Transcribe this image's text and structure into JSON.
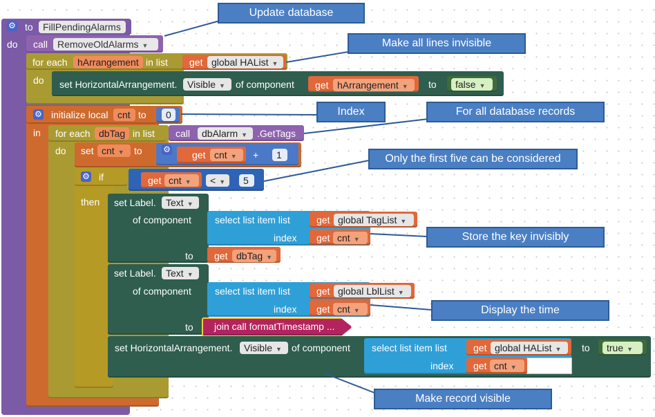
{
  "procedure": {
    "keyword": "to",
    "name": "FillPendingAlarms",
    "do": "do"
  },
  "call_remove": {
    "keyword": "call",
    "name": "RemoveOldAlarms"
  },
  "foreach1": {
    "label": "for each",
    "var": "hArrangement",
    "in_list": "in list",
    "get": "get",
    "list_var": "global HAList",
    "do": "do"
  },
  "set_vis1": {
    "label": "set HorizontalArrangement.",
    "prop": "Visible",
    "of_component": "of component",
    "get": "get",
    "var": "hArrangement",
    "to": "to",
    "value": "false"
  },
  "local": {
    "label": "initialize local",
    "var": "cnt",
    "to": "to",
    "value": "0",
    "in": "in"
  },
  "foreach2": {
    "label": "for each",
    "var": "dbTag",
    "in_list": "in list",
    "call": "call",
    "component": "dbAlarm",
    "method": ".GetTags",
    "do": "do"
  },
  "set_cnt": {
    "label": "set",
    "var": "cnt",
    "to": "to",
    "get": "get",
    "get_var": "cnt",
    "op": "+",
    "value": "1"
  },
  "if_block": {
    "label": "if",
    "get": "get",
    "var": "cnt",
    "op": "<",
    "value": "5",
    "then": "then"
  },
  "set_label1": {
    "label": "set Label.",
    "prop": "Text",
    "of_component": "of component",
    "select": "select list item  list",
    "get": "get",
    "list_var": "global TagList",
    "index": "index",
    "index_var": "cnt",
    "to": "to",
    "to_var": "dbTag"
  },
  "set_label2": {
    "label": "set Label.",
    "prop": "Text",
    "of_component": "of component",
    "select": "select list item  list",
    "get": "get",
    "list_var": "global LblList",
    "index": "index",
    "index_var": "cnt",
    "to": "to",
    "join": "join call  formatTimestamp ..."
  },
  "set_vis2": {
    "label": "set HorizontalArrangement.",
    "prop": "Visible",
    "of_component": "of component",
    "select": "select list item  list",
    "get": "get",
    "list_var": "global HAList",
    "index": "index",
    "index_var": "cnt",
    "to": "to",
    "value": "true"
  },
  "callouts": {
    "update_db": "Update database",
    "make_invisible": "Make all lines invisible",
    "index": "Index",
    "for_all_records": "For all database records",
    "first_five": "Only the first five can be considered",
    "store_key": "Store the key invisibly",
    "display_time": "Display the time",
    "make_visible": "Make record visible"
  }
}
